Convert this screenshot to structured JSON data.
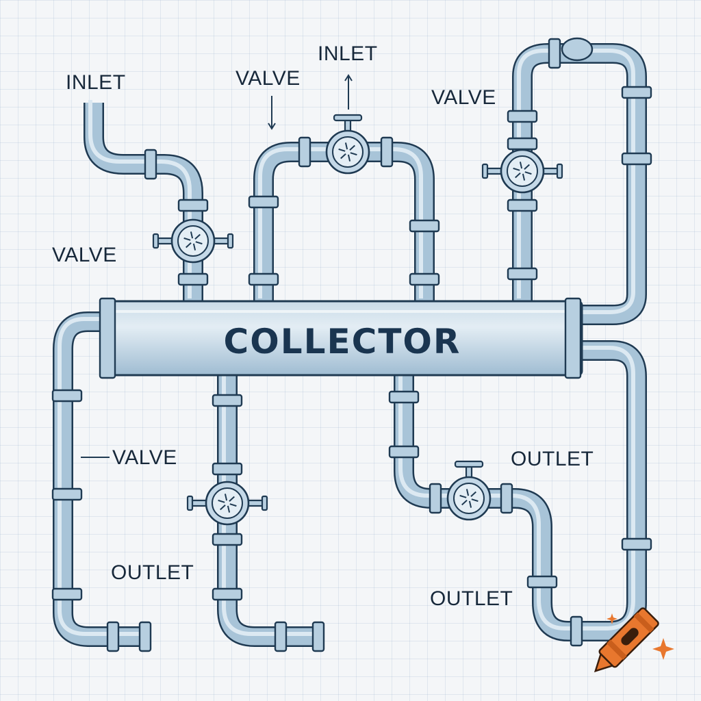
{
  "labels": {
    "inlet_left": "INLET",
    "inlet_top": "INLET",
    "valve_upper_left": "VALVE",
    "valve_upper_right": "VALVE",
    "valve_mid_left": "VALVE",
    "valve_lower_left": "VALVE",
    "outlet_left": "OUTLET",
    "outlet_right_upper": "OUTLET",
    "outlet_right_lower": "OUTLET"
  },
  "collector": {
    "title": "COLLECTOR"
  },
  "colors": {
    "pipe": "#a8c4d8",
    "outline": "#1f3a52",
    "grid": "#d4dee8",
    "crayon": "#e8772e"
  },
  "icons": [
    "valve-icon",
    "crayon-logo-icon",
    "sparkle-icon"
  ]
}
